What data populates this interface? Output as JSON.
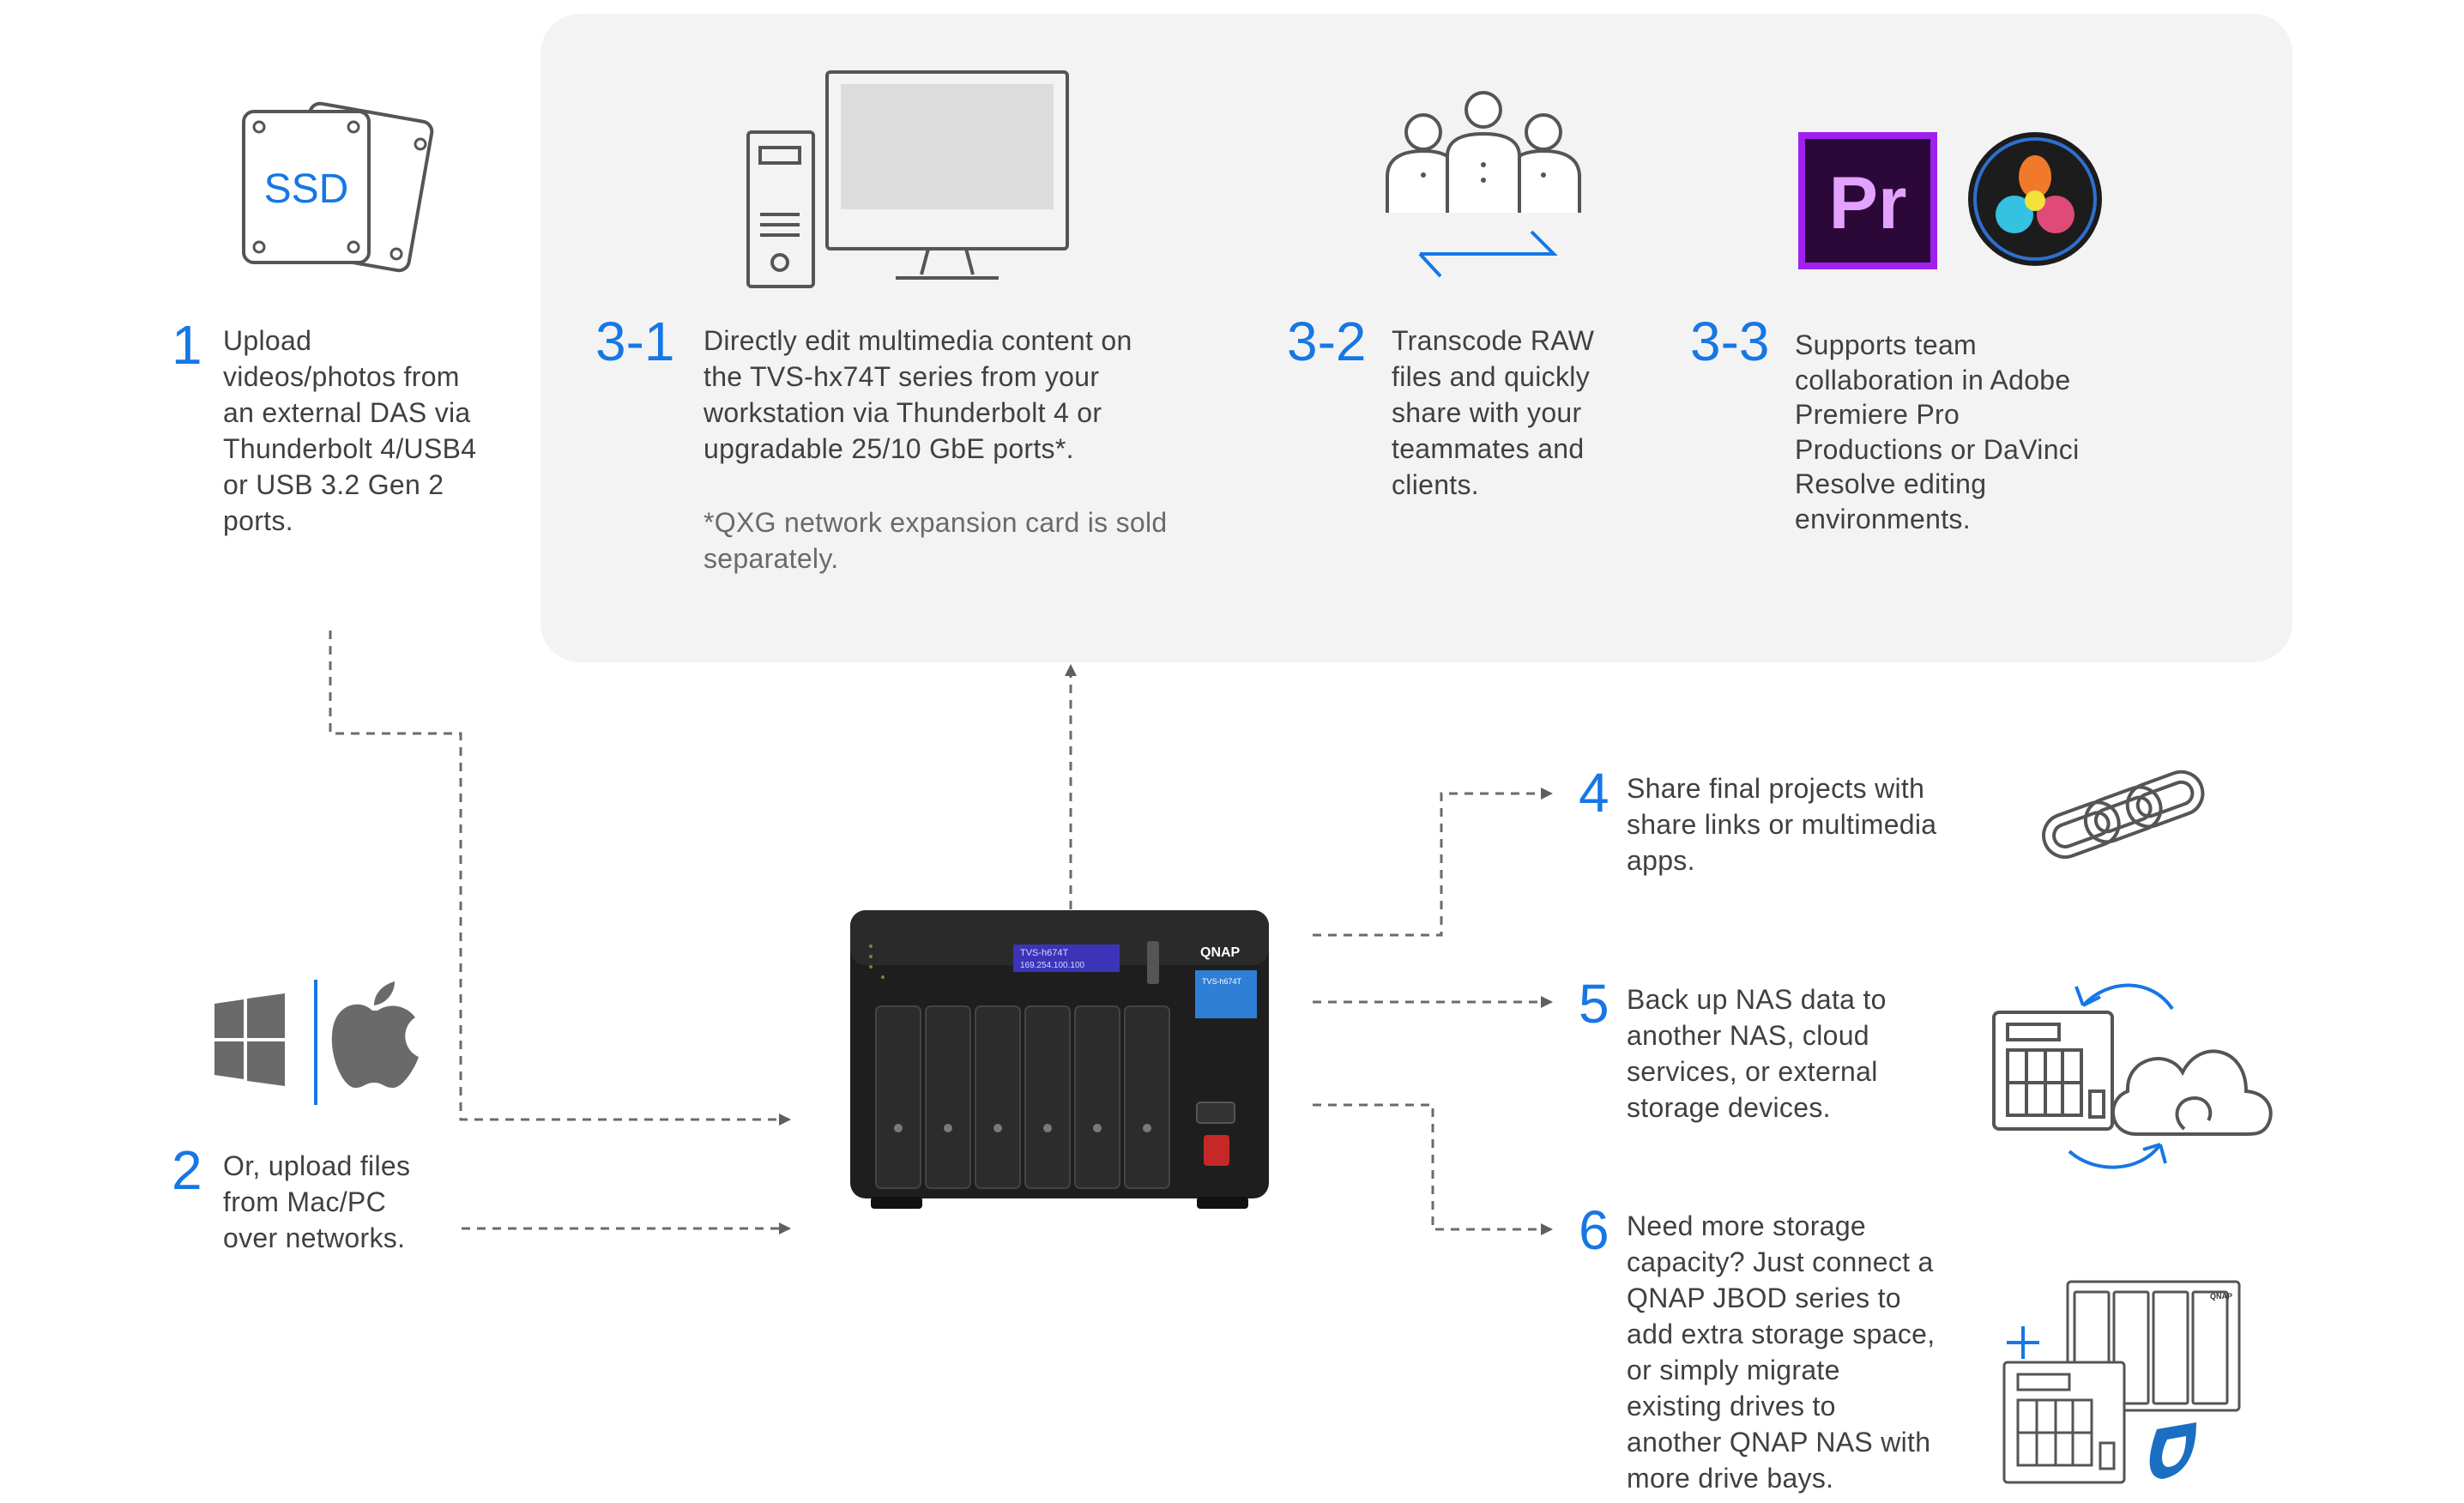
{
  "panel": {
    "label": "editing-environment-panel"
  },
  "steps": {
    "s1": {
      "num": "1",
      "lines": [
        "Upload",
        "videos/photos from",
        "an external DAS via",
        "Thunderbolt 4/USB4",
        "or USB 3.2 Gen 2",
        "ports."
      ]
    },
    "s2": {
      "num": "2",
      "lines": [
        "Or, upload files",
        "from Mac/PC",
        "over networks."
      ]
    },
    "s31": {
      "num": "3-1",
      "lines": [
        "Directly edit multimedia content on",
        "the TVS-hx74T series from your",
        "workstation via Thunderbolt 4 or",
        "upgradable 25/10 GbE ports*."
      ],
      "note": [
        "*QXG network expansion card is sold",
        "separately."
      ]
    },
    "s32": {
      "num": "3-2",
      "lines": [
        "Transcode RAW",
        "files and quickly",
        "share with your",
        "teammates and",
        "clients."
      ]
    },
    "s33": {
      "num": "3-3",
      "lines": [
        "Supports team",
        "collaboration in Adobe",
        "Premiere Pro",
        "Productions or DaVinci",
        "Resolve editing",
        "environments."
      ]
    },
    "s4": {
      "num": "4",
      "lines": [
        "Share final projects with",
        "share links or multimedia",
        "apps."
      ]
    },
    "s5": {
      "num": "5",
      "lines": [
        "Back up NAS data to",
        "another NAS, cloud",
        "services, or external",
        "storage devices."
      ]
    },
    "s6": {
      "num": "6",
      "lines": [
        "Need more storage",
        "capacity? Just connect a",
        "QNAP JBOD series to",
        "add extra storage space,",
        "or simply migrate",
        "existing drives to",
        "another QNAP NAS with",
        "more drive bays."
      ]
    }
  },
  "icons": {
    "ssd_label": "SSD",
    "premiere_label": "Pr",
    "nas_brand": "QNAP",
    "nas_lcd_line1": "TVS-h674T",
    "nas_lcd_line2": "169.254.100.100",
    "nas_sticker": "TVS-h674T",
    "jbod_brand": "QNAP"
  },
  "colors": {
    "accent": "#1677e5",
    "panel": "#f3f3f3",
    "line": "#6b6b6b",
    "premiere": "#a020f0"
  }
}
